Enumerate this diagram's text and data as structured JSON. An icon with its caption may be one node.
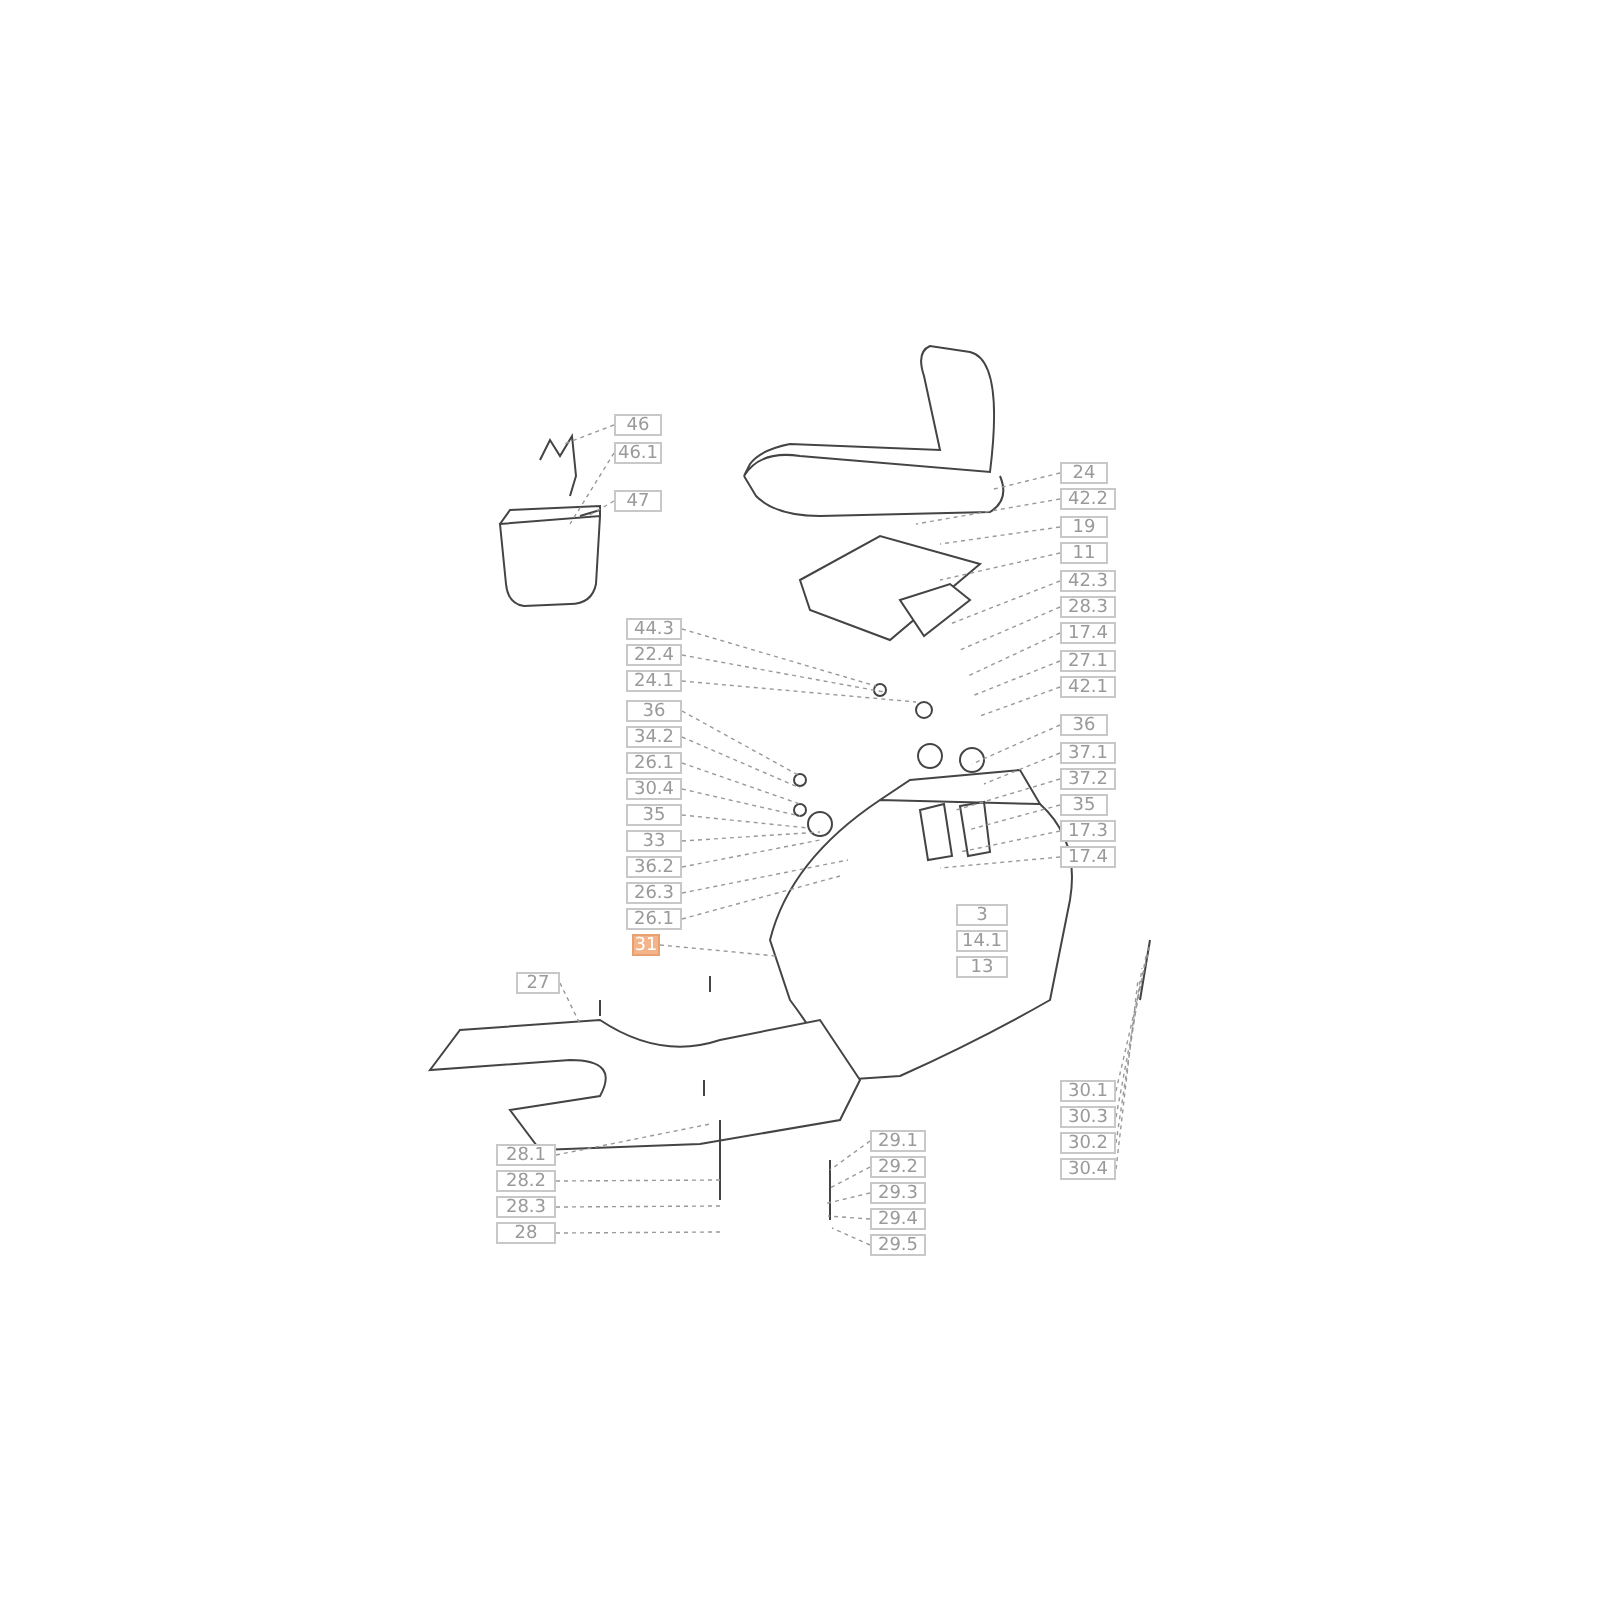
{
  "diagram": {
    "nodes": [
      {
        "text": [
          "46"
        ]
      },
      {
        "text": [
          "46.1"
        ]
      },
      {
        "text": [
          "47"
        ]
      },
      {
        "text": [
          "24"
        ]
      },
      {
        "text": [
          "42.2"
        ]
      },
      {
        "text": [
          "19"
        ]
      },
      {
        "text": [
          "11"
        ]
      },
      {
        "text": [
          "42.3"
        ]
      },
      {
        "text": [
          "28.3"
        ]
      },
      {
        "text": [
          "17.4"
        ]
      },
      {
        "text": [
          "27.1"
        ]
      },
      {
        "text": [
          "42.1"
        ]
      },
      {
        "text": [
          "36"
        ]
      },
      {
        "text": [
          "37.1"
        ]
      },
      {
        "text": [
          "37.2"
        ]
      },
      {
        "text": [
          "35"
        ]
      },
      {
        "text": [
          "17.3"
        ]
      },
      {
        "text": [
          "17.4"
        ]
      },
      {
        "text": [
          "44.3"
        ]
      },
      {
        "text": [
          "22.4"
        ]
      },
      {
        "text": [
          "24.1"
        ]
      },
      {
        "text": [
          "36"
        ]
      },
      {
        "text": [
          "34.2"
        ]
      },
      {
        "text": [
          "26.1"
        ]
      },
      {
        "text": [
          "30.4"
        ]
      },
      {
        "text": [
          "35"
        ]
      },
      {
        "text": [
          "33"
        ]
      },
      {
        "text": [
          "36.2"
        ]
      },
      {
        "text": [
          "26.3"
        ]
      },
      {
        "text": [
          "26.1"
        ]
      },
      {
        "text": [
          "31"
        ]
      },
      {
        "text": [
          "30.1"
        ]
      },
      {
        "text": [
          "30.3"
        ]
      },
      {
        "text": [
          "30.2"
        ]
      },
      {
        "text": [
          "30.4"
        ]
      },
      {
        "text": [
          "27"
        ]
      },
      {
        "text": [
          "28.1"
        ]
      },
      {
        "text": [
          "28.2"
        ]
      },
      {
        "text": [
          "28.3"
        ]
      },
      {
        "text": [
          "28"
        ]
      },
      {
        "text": [
          "29.1"
        ]
      },
      {
        "text": [
          "29.2"
        ]
      },
      {
        "text": [
          "29.3"
        ]
      },
      {
        "text": [
          "29.4"
        ]
      },
      {
        "text": [
          "29.5"
        ]
      },
      {
        "text": [
          "3"
        ]
      },
      {
        "text": [
          "14.1"
        ]
      },
      {
        "text": [
          "13"
        ]
      }
    ],
    "edges": [
      {
        "from": 0,
        "to": null,
        "arrow": "none"
      },
      {
        "from": 1,
        "to": null,
        "arrow": "none"
      },
      {
        "from": 2,
        "to": null,
        "arrow": "none"
      },
      {
        "from": 3,
        "to": null,
        "arrow": "none"
      },
      {
        "from": 4,
        "to": null,
        "arrow": "none"
      },
      {
        "from": 5,
        "to": null,
        "arrow": "none"
      },
      {
        "from": 6,
        "to": null,
        "arrow": "none"
      },
      {
        "from": 7,
        "to": null,
        "arrow": "none"
      },
      {
        "from": 8,
        "to": null,
        "arrow": "none"
      },
      {
        "from": 9,
        "to": null,
        "arrow": "none"
      },
      {
        "from": 10,
        "to": null,
        "arrow": "none"
      },
      {
        "from": 11,
        "to": null,
        "arrow": "none"
      },
      {
        "from": 12,
        "to": null,
        "arrow": "none"
      },
      {
        "from": 13,
        "to": null,
        "arrow": "none"
      },
      {
        "from": 14,
        "to": null,
        "arrow": "none"
      },
      {
        "from": 15,
        "to": null,
        "arrow": "none"
      },
      {
        "from": 16,
        "to": null,
        "arrow": "none"
      },
      {
        "from": 17,
        "to": null,
        "arrow": "none"
      },
      {
        "from": 18,
        "to": null,
        "arrow": "none"
      },
      {
        "from": 19,
        "to": null,
        "arrow": "none"
      },
      {
        "from": 20,
        "to": null,
        "arrow": "none"
      },
      {
        "from": 21,
        "to": null,
        "arrow": "none"
      },
      {
        "from": 22,
        "to": null,
        "arrow": "none"
      },
      {
        "from": 23,
        "to": null,
        "arrow": "none"
      },
      {
        "from": 24,
        "to": null,
        "arrow": "none"
      },
      {
        "from": 25,
        "to": null,
        "arrow": "none"
      },
      {
        "from": 26,
        "to": null,
        "arrow": "none"
      },
      {
        "from": 27,
        "to": null,
        "arrow": "none"
      },
      {
        "from": 28,
        "to": null,
        "arrow": "none"
      },
      {
        "from": 29,
        "to": null,
        "arrow": "none"
      },
      {
        "from": 30,
        "to": null,
        "arrow": "none"
      },
      {
        "from": 31,
        "to": null,
        "arrow": "none"
      },
      {
        "from": 32,
        "to": null,
        "arrow": "none"
      },
      {
        "from": 33,
        "to": null,
        "arrow": "none"
      },
      {
        "from": 34,
        "to": null,
        "arrow": "none"
      },
      {
        "from": 35,
        "to": null,
        "arrow": "none"
      },
      {
        "from": 36,
        "to": null,
        "arrow": "none"
      },
      {
        "from": 37,
        "to": null,
        "arrow": "none"
      },
      {
        "from": 38,
        "to": null,
        "arrow": "none"
      },
      {
        "from": 39,
        "to": null,
        "arrow": "none"
      },
      {
        "from": 40,
        "to": null,
        "arrow": "none"
      },
      {
        "from": 41,
        "to": null,
        "arrow": "none"
      },
      {
        "from": 42,
        "to": null,
        "arrow": "none"
      },
      {
        "from": 43,
        "to": null,
        "arrow": "none"
      },
      {
        "from": 44,
        "to": null,
        "arrow": "none"
      }
    ]
  }
}
